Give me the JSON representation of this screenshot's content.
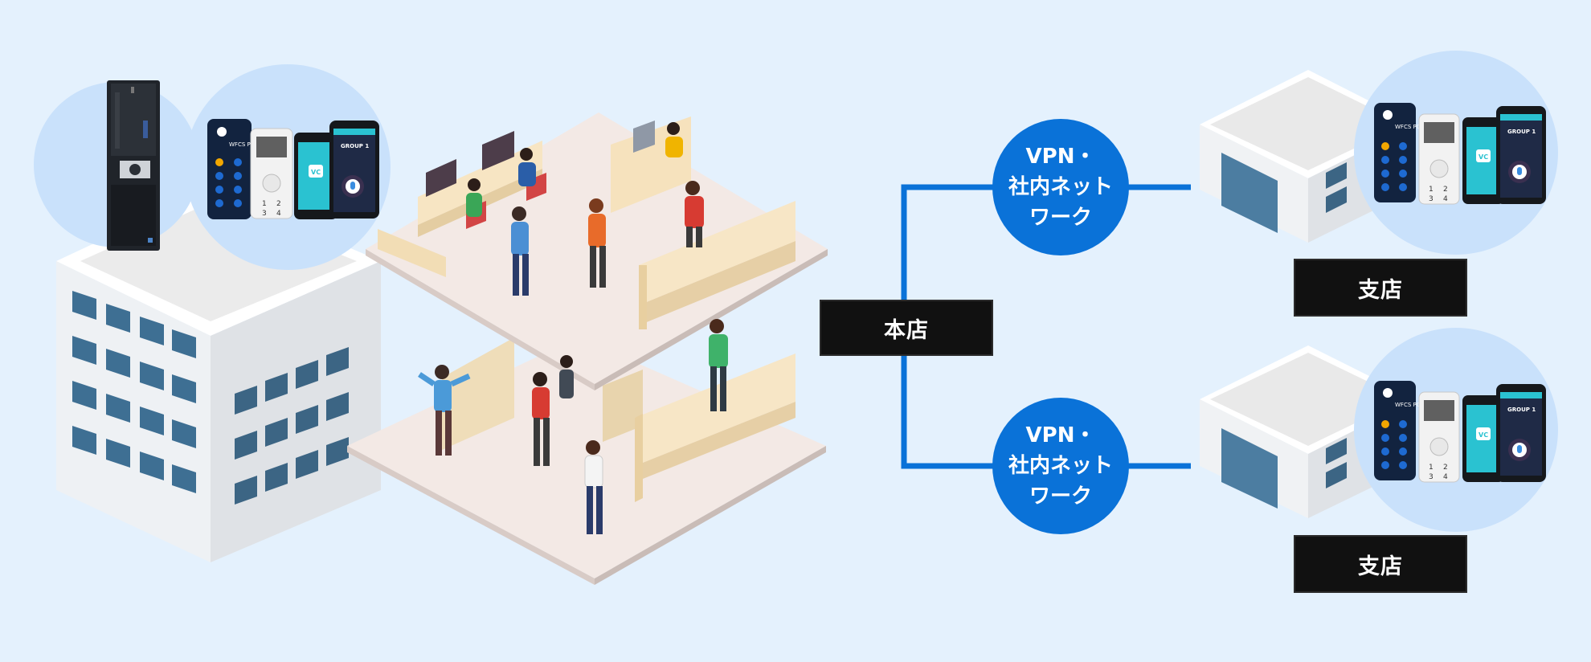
{
  "headquarters": {
    "label": "本店"
  },
  "branches": [
    {
      "label": "支店"
    },
    {
      "label": "支店"
    }
  ],
  "vpn_links": [
    {
      "lines": [
        "VPN・",
        "社内ネット",
        "ワーク"
      ]
    },
    {
      "lines": [
        "VPN・",
        "社内ネット",
        "ワーク"
      ]
    }
  ],
  "devices": {
    "transmitter": {
      "title": "WFCS PC3"
    },
    "phone": {
      "title": "GROUP 1"
    },
    "app_icon": {
      "text": "VC"
    },
    "keypad": {
      "keys": [
        "1",
        "2",
        "3",
        "4"
      ]
    }
  },
  "colors": {
    "background": "#e4f1fd",
    "network_blue": "#0a72d8",
    "label_black": "#111111",
    "device_halo": "#c9e1fb",
    "floor": "#f1e6e1"
  }
}
